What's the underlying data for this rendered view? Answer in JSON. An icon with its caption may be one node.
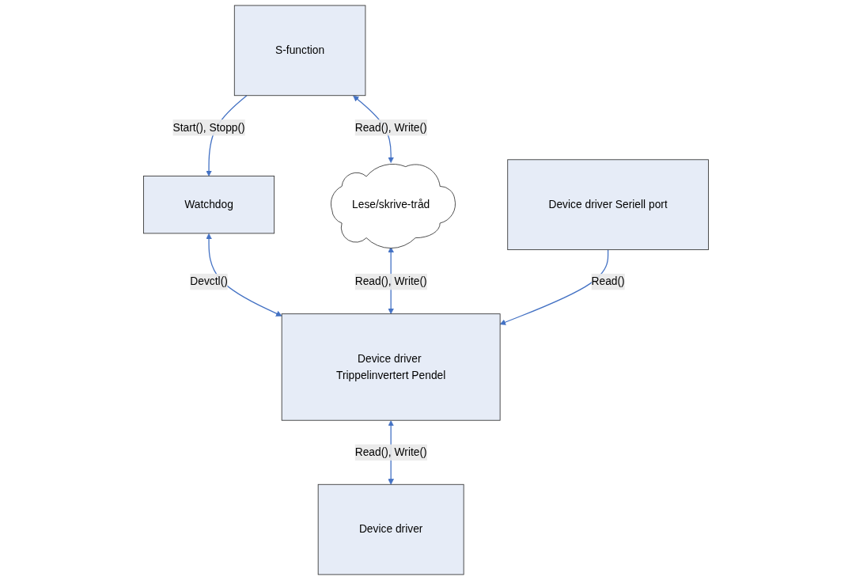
{
  "diagram": {
    "nodes": [
      {
        "text": [
          "S-function"
        ]
      },
      {
        "text": [
          "Lese/skrive-tråd"
        ]
      },
      {
        "text": [
          "Watchdog"
        ]
      },
      {
        "text": [
          "Device driver Trippelinvertert Pendel"
        ]
      },
      {
        "text": [
          "Device driver Seriell port"
        ]
      },
      {
        "text": [
          "Device driver"
        ]
      }
    ],
    "edges": [
      {
        "from": 0,
        "to": 1,
        "arrow": "both",
        "label": "Read(), Write()"
      },
      {
        "from": 0,
        "to": 2,
        "arrow": "to",
        "label": "Start(), Stopp()"
      },
      {
        "from": 2,
        "to": 3,
        "arrow": "both",
        "label": "Devctl()"
      },
      {
        "from": 1,
        "to": 3,
        "arrow": "both",
        "label": "Read(), Write()"
      },
      {
        "from": 4,
        "to": 3,
        "arrow": "to",
        "label": "Read()"
      },
      {
        "from": 3,
        "to": 5,
        "arrow": "both",
        "label": "Read(), Write()"
      }
    ]
  }
}
